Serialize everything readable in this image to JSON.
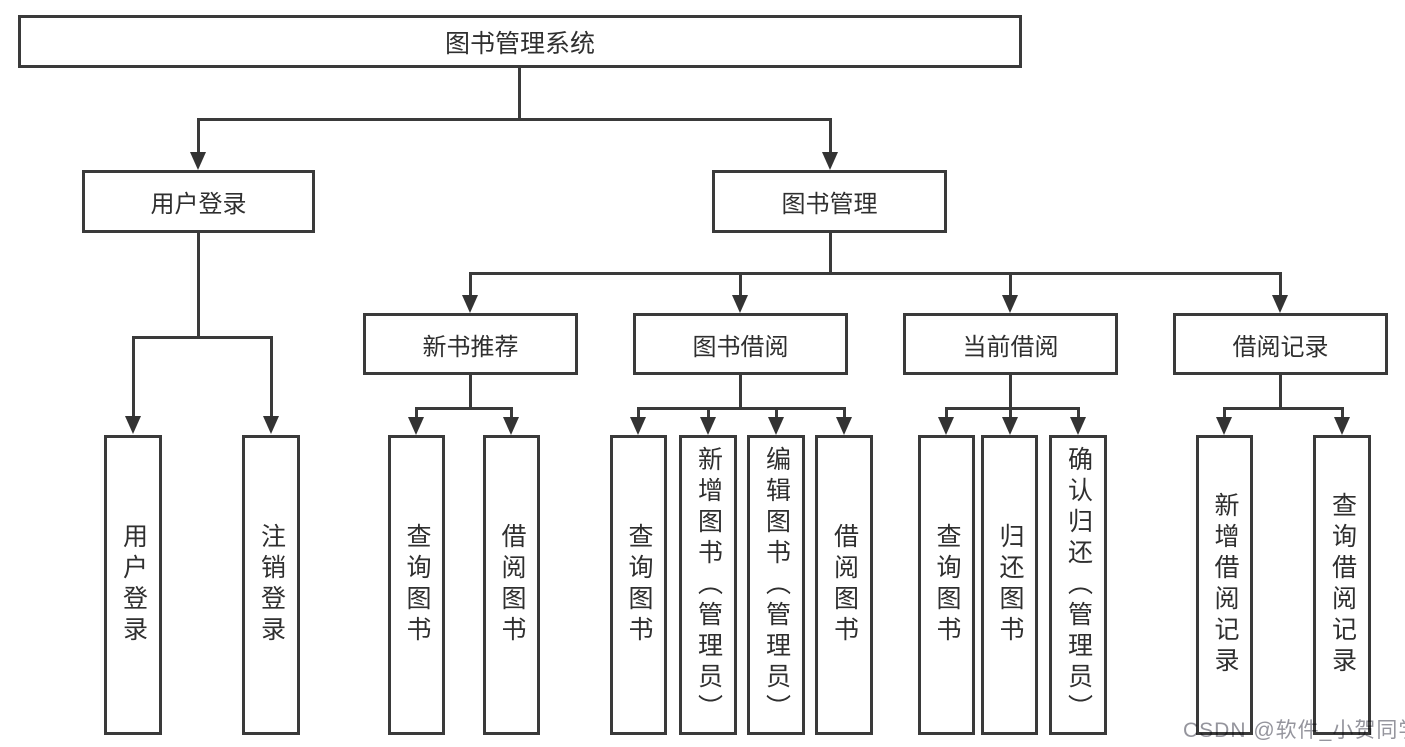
{
  "tree": {
    "root": {
      "label": "图书管理系统",
      "children": [
        {
          "label": "用户登录",
          "children": [
            {
              "label": "用户登录"
            },
            {
              "label": "注销登录"
            }
          ]
        },
        {
          "label": "图书管理",
          "children": [
            {
              "label": "新书推荐",
              "children": [
                {
                  "label": "查询图书"
                },
                {
                  "label": "借阅图书"
                }
              ]
            },
            {
              "label": "图书借阅",
              "children": [
                {
                  "label": "查询图书"
                },
                {
                  "label": "新增图书（管理员）"
                },
                {
                  "label": "编辑图书（管理员）"
                },
                {
                  "label": "借阅图书"
                }
              ]
            },
            {
              "label": "当前借阅",
              "children": [
                {
                  "label": "查询图书"
                },
                {
                  "label": "归还图书"
                },
                {
                  "label": "确认归还（管理员）"
                }
              ]
            },
            {
              "label": "借阅记录",
              "children": [
                {
                  "label": "新增借阅记录"
                },
                {
                  "label": "查询借阅记录"
                }
              ]
            }
          ]
        }
      ]
    }
  },
  "watermark": {
    "text": "CSDN @软件_小贺同学"
  },
  "colors": {
    "line": "#3a3a3a",
    "text": "#2f2f2f",
    "background": "#ffffff",
    "watermark": "#82828c"
  }
}
